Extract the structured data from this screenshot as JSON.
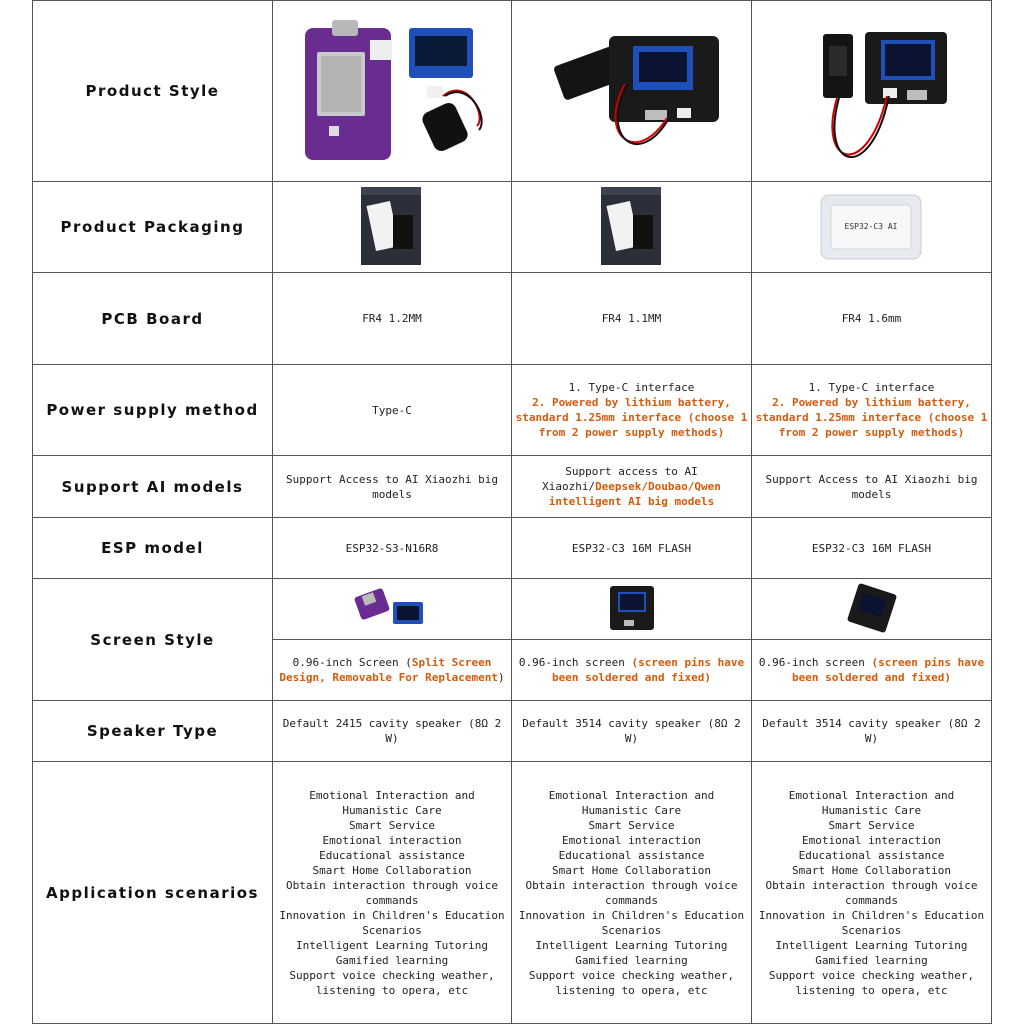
{
  "rows": {
    "style": {
      "label": "Product Style"
    },
    "packaging": {
      "label": "Product Packaging",
      "c3_card": "ESP32-C3 AI"
    },
    "pcb": {
      "label": "PCB Board",
      "values": [
        "FR4 1.2MM",
        "FR4 1.1MM",
        "FR4 1.6mm"
      ]
    },
    "power": {
      "label": "Power supply method",
      "col1": "Type-C",
      "col2_line1": "1. Type-C interface",
      "col2_hl": "2. Powered by lithium battery, standard 1.25mm interface (choose 1 from 2 power supply methods)",
      "col3_line1": "1. Type-C interface",
      "col3_hl": "2. Powered by lithium battery, standard 1.25mm interface (choose 1 from 2 power supply methods)"
    },
    "ai": {
      "label": "Support AI models",
      "col1": "Support Access to AI Xiaozhi big models",
      "col2_pre": "Support access to AI Xiaozhi/",
      "col2_hl": "Deepsek/Doubao/Qwen intelligent AI big models",
      "col3": "Support Access to AI Xiaozhi big models"
    },
    "esp": {
      "label": "ESP model",
      "values": [
        "ESP32-S3-N16R8",
        "ESP32-C3 16M FLASH",
        "ESP32-C3 16M FLASH"
      ]
    },
    "screen": {
      "label": "Screen Style",
      "col1_pre": "0.96-inch Screen (",
      "col1_hl": "Split Screen Design, Removable For Replacement",
      "col1_post": ")",
      "col2_pre": "0.96-inch screen ",
      "col2_hl": "(screen pins have been soldered and fixed)",
      "col3_pre": "0.96-inch screen ",
      "col3_hl": "(screen pins have been soldered and fixed)"
    },
    "speaker": {
      "label": "Speaker Type",
      "values": [
        "Default 2415 cavity speaker (8Ω 2 W)",
        "Default 3514 cavity speaker (8Ω 2 W)",
        "Default 3514 cavity speaker (8Ω 2 W)"
      ]
    },
    "apps": {
      "label": "Application scenarios",
      "items": [
        "Emotional Interaction and Humanistic Care",
        "Smart Service",
        "Emotional interaction",
        "Educational assistance",
        "Smart Home Collaboration",
        "Obtain interaction through voice commands",
        "Innovation in Children's Education Scenarios",
        "Intelligent Learning Tutoring",
        "Gamified learning",
        "Support voice checking weather, listening to opera, etc"
      ]
    }
  },
  "colors": {
    "highlight": "#d45a0d",
    "border": "#555555",
    "pcb_purple": "#6b2c91",
    "pcb_black": "#1a1a1a",
    "oled_blue": "#1f4fb8"
  }
}
